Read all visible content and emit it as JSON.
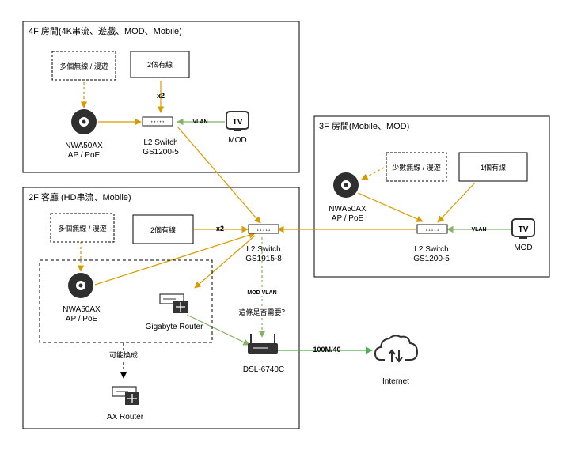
{
  "floors": {
    "f4": {
      "title": "4F 房間(4K串流、遊戲、MOD、Mobile)"
    },
    "f3": {
      "title": "3F 房間(Mobile、MOD)"
    },
    "f2": {
      "title": "2F 客廳 (HD串流、Mobile)"
    }
  },
  "nodes": {
    "f4_wireless": "多個無線 / 漫遊",
    "f4_wired": "2個有線",
    "f4_ap_line1": "NWA50AX",
    "f4_ap_line2": "AP / PoE",
    "f4_sw_line1": "L2 Switch",
    "f4_sw_line2": "GS1200-5",
    "f4_tv_icon": "TV",
    "f4_tv_label": "MOD",
    "f3_wireless": "少數無線 / 漫遊",
    "f3_wired": "1個有線",
    "f3_ap_line1": "NWA50AX",
    "f3_ap_line2": "AP / PoE",
    "f3_sw_line1": "L2 Switch",
    "f3_sw_line2": "GS1200-5",
    "f3_tv_icon": "TV",
    "f3_tv_label": "MOD",
    "f2_wireless": "多個無線 / 漫遊",
    "f2_wired": "2個有線",
    "f2_ap_line1": "NWA50AX",
    "f2_ap_line2": "AP / PoE",
    "f2_router": "Gigabyte Router",
    "main_sw_line1": "L2 Switch",
    "main_sw_line2": "GS1915-8",
    "modem": "DSL-6740C",
    "ax_router": "AX Router",
    "internet": "Internet"
  },
  "edge_labels": {
    "f4_x2": "x2",
    "f4_vlan": "VLAN",
    "f3_vlan": "VLAN",
    "f2_x2": "x2",
    "mod_vlan": "MOD VLAN",
    "question": "這條是否需要？",
    "maybe_swap": "可能換成",
    "wan_speed": "100M/40"
  },
  "colors": {
    "ethernet": "#d79b00",
    "vlan": "#82b366",
    "wan": "#4caf50",
    "icon_dark": "#333333",
    "border": "#000000"
  }
}
